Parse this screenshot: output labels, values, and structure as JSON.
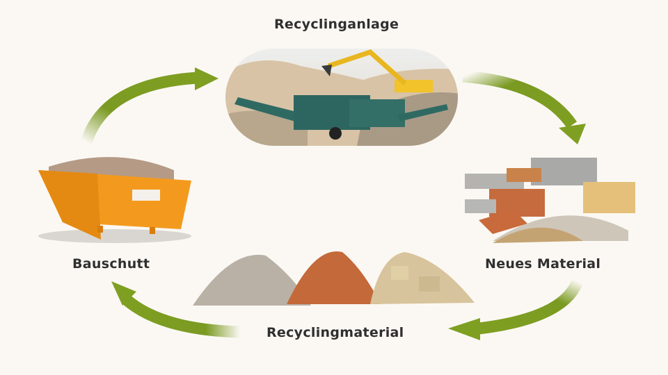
{
  "diagram": {
    "type": "cycle",
    "title": "",
    "nodes": [
      {
        "id": "recyclinganlage",
        "label": "Recyclinganlage",
        "image": "crusher-and-excavator-at-gravel-site"
      },
      {
        "id": "neues_material",
        "label": "Neues Material",
        "image": "bricks-concrete-blocks-sand-piles"
      },
      {
        "id": "recyclingmaterial",
        "label": "Recyclingmaterial",
        "image": "three-aggregate-piles-gravel-brick-stone"
      },
      {
        "id": "bauschutt",
        "label": "Bauschutt",
        "image": "orange-skip-container-with-rubble"
      }
    ],
    "edges": [
      {
        "from": "bauschutt",
        "to": "recyclinganlage"
      },
      {
        "from": "recyclinganlage",
        "to": "neues_material"
      },
      {
        "from": "neues_material",
        "to": "recyclingmaterial"
      },
      {
        "from": "recyclingmaterial",
        "to": "bauschutt"
      }
    ],
    "colors": {
      "background": "#fbf8f3",
      "arrow": "#7a9a22",
      "label_text": "#2f2f2f",
      "container": "#f39a1e"
    }
  },
  "labels": {
    "top": "Recyclinganlage",
    "right": "Neues Material",
    "bottom": "Recyclingmaterial",
    "left": "Bauschutt"
  }
}
